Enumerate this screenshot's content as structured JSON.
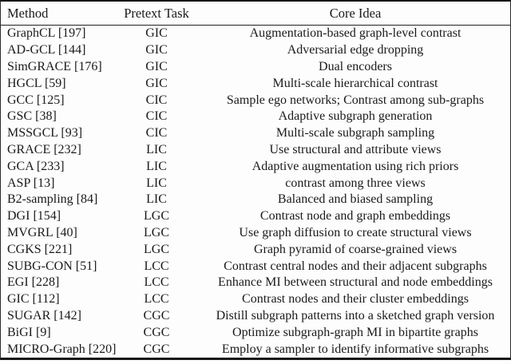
{
  "table": {
    "columns": [
      "Method",
      "Pretext Task",
      "Core Idea"
    ],
    "rows": [
      {
        "method": "GraphCL [197]",
        "task": "GIC",
        "idea": "Augmentation-based graph-level contrast"
      },
      {
        "method": "AD-GCL [144]",
        "task": "GIC",
        "idea": "Adversarial edge dropping"
      },
      {
        "method": "SimGRACE [176]",
        "task": "GIC",
        "idea": "Dual encoders"
      },
      {
        "method": "HGCL [59]",
        "task": "GIC",
        "idea": "Multi-scale hierarchical contrast"
      },
      {
        "method": "GCC [125]",
        "task": "CIC",
        "idea": "Sample ego networks; Contrast among sub-graphs"
      },
      {
        "method": "GSC [38]",
        "task": "CIC",
        "idea": "Adaptive subgraph generation"
      },
      {
        "method": "MSSGCL [93]",
        "task": "CIC",
        "idea": "Multi-scale subgraph sampling"
      },
      {
        "method": "GRACE [232]",
        "task": "LIC",
        "idea": "Use structural and attribute views"
      },
      {
        "method": "GCA [233]",
        "task": "LIC",
        "idea": "Adaptive augmentation using rich priors"
      },
      {
        "method": "ASP [13]",
        "task": "LIC",
        "idea": "contrast among three views"
      },
      {
        "method": "B2-sampling [84]",
        "task": "LIC",
        "idea": "Balanced and biased sampling"
      },
      {
        "method": "DGI [154]",
        "task": "LGC",
        "idea": "Contrast node and graph embeddings"
      },
      {
        "method": "MVGRL [40]",
        "task": "LGC",
        "idea": "Use graph diffusion to create structural views"
      },
      {
        "method": "CGKS [221]",
        "task": "LGC",
        "idea": "Graph pyramid of coarse-grained views"
      },
      {
        "method": "SUBG-CON [51]",
        "task": "LCC",
        "idea": "Contrast central nodes and their adjacent subgraphs"
      },
      {
        "method": "EGI [228]",
        "task": "LCC",
        "idea": "Enhance MI between structural and node embeddings"
      },
      {
        "method": "GIC [112]",
        "task": "LCC",
        "idea": "Contrast nodes and their cluster embeddings"
      },
      {
        "method": "SUGAR [142]",
        "task": "CGC",
        "idea": "Distill subgraph patterns into a sketched graph version"
      },
      {
        "method": "BiGI [9]",
        "task": "CGC",
        "idea": "Optimize subgraph-graph MI in bipartite graphs"
      },
      {
        "method": "MICRO-Graph [220]",
        "task": "CGC",
        "idea": "Employ a sampler to identify informative subgraphs"
      }
    ],
    "colors": {
      "text": "#1a1a1a",
      "rule": "#161616",
      "background": "#fdfdfd"
    }
  }
}
